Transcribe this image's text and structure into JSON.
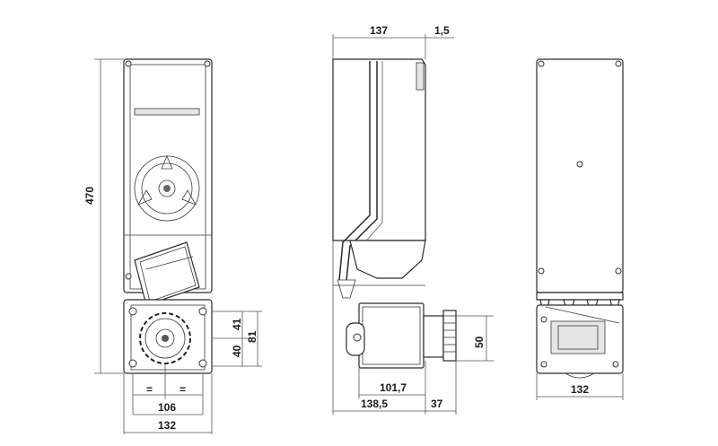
{
  "dimensions": {
    "front_height": "470",
    "gear_offset_41": "41",
    "gear_offset_40": "40",
    "gear_total_81": "81",
    "equal_left": "=",
    "equal_right": "=",
    "front_mount_width": "106",
    "front_width": "132",
    "side_depth": "137",
    "side_cover_thickness": "1,5",
    "side_gear_height": "50",
    "side_mount_depth": "101,7",
    "side_depth_total": "138,5",
    "side_pinion_projection": "37",
    "back_width": "132"
  }
}
